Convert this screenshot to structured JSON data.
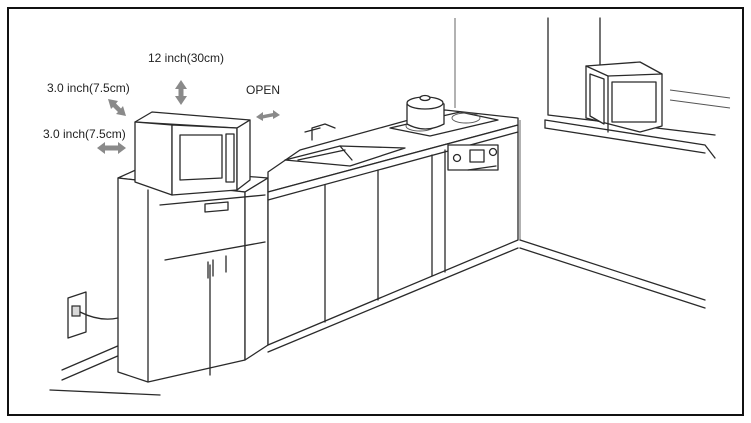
{
  "labels": {
    "top_clearance": "12 inch(30cm)",
    "side_clearance": "3.0 inch(7.5cm)",
    "back_clearance": "3.0 inch(7.5cm)",
    "open": "OPEN"
  },
  "colors": {
    "line": "#2a2a2a",
    "arrow": "#8a8a8a",
    "background": "#ffffff"
  },
  "icons": {
    "arrows": "double-headed-arrow"
  }
}
